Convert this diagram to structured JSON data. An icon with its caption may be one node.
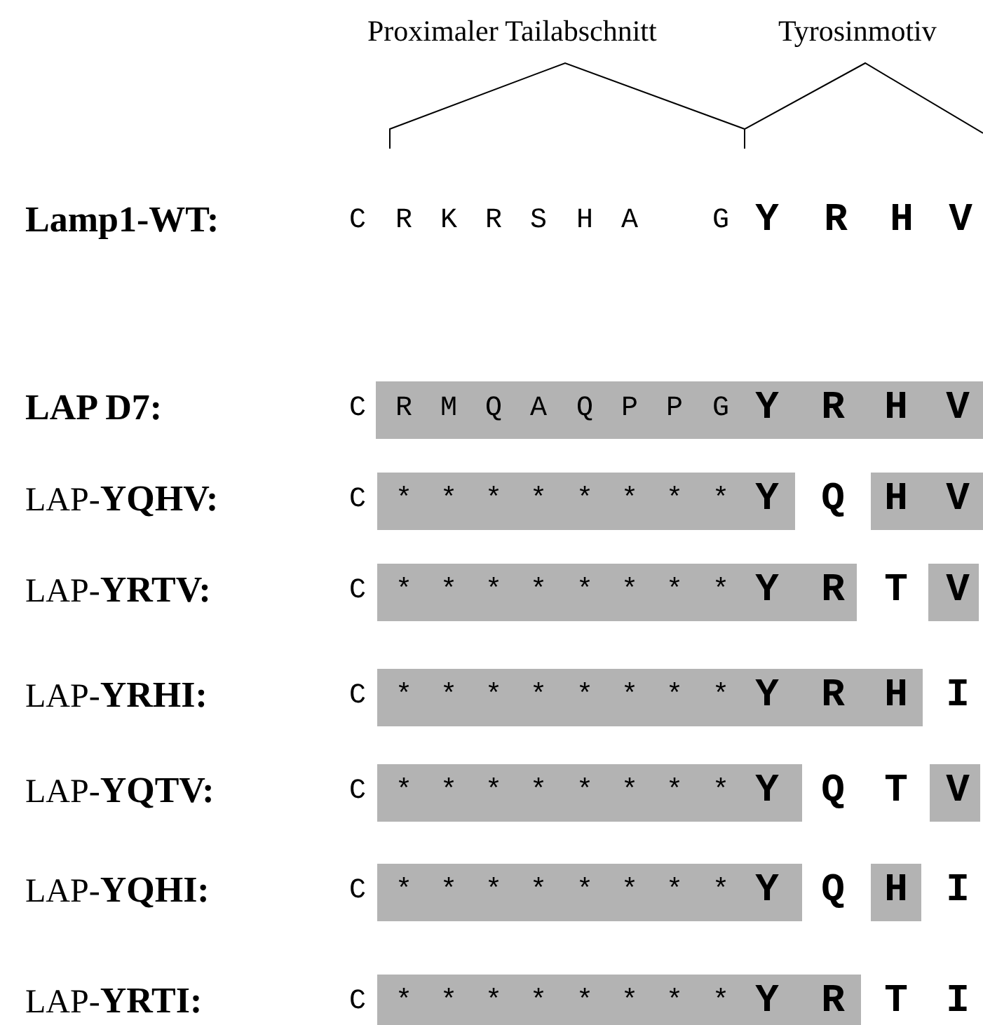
{
  "diagram": {
    "labels": [
      "Proximaler Tailabschnitt",
      "Tyrosinmotiv",
      "Lamp1-WT:",
      "C R K R S H A G Y R H V",
      "LAP D7:",
      "C R M Q A Q P P G Y R H V",
      "LAP-**YQHV:**",
      "C * * * * * * * * Y Q H V",
      "LAP-**YRTV:**",
      "C * * * * * * * * Y R T V",
      "LAP-**YRHI:**",
      "C * * * * * * * * Y R H I",
      "LAP-**YQTV:**",
      "C * * * * * * * * Y Q T V",
      "LAP-**YQHI:**",
      "C * * * * * * * * Y Q H I",
      "LAP-**YRTI:**",
      "C * * * * * * * * Y R T I"
    ]
  }
}
